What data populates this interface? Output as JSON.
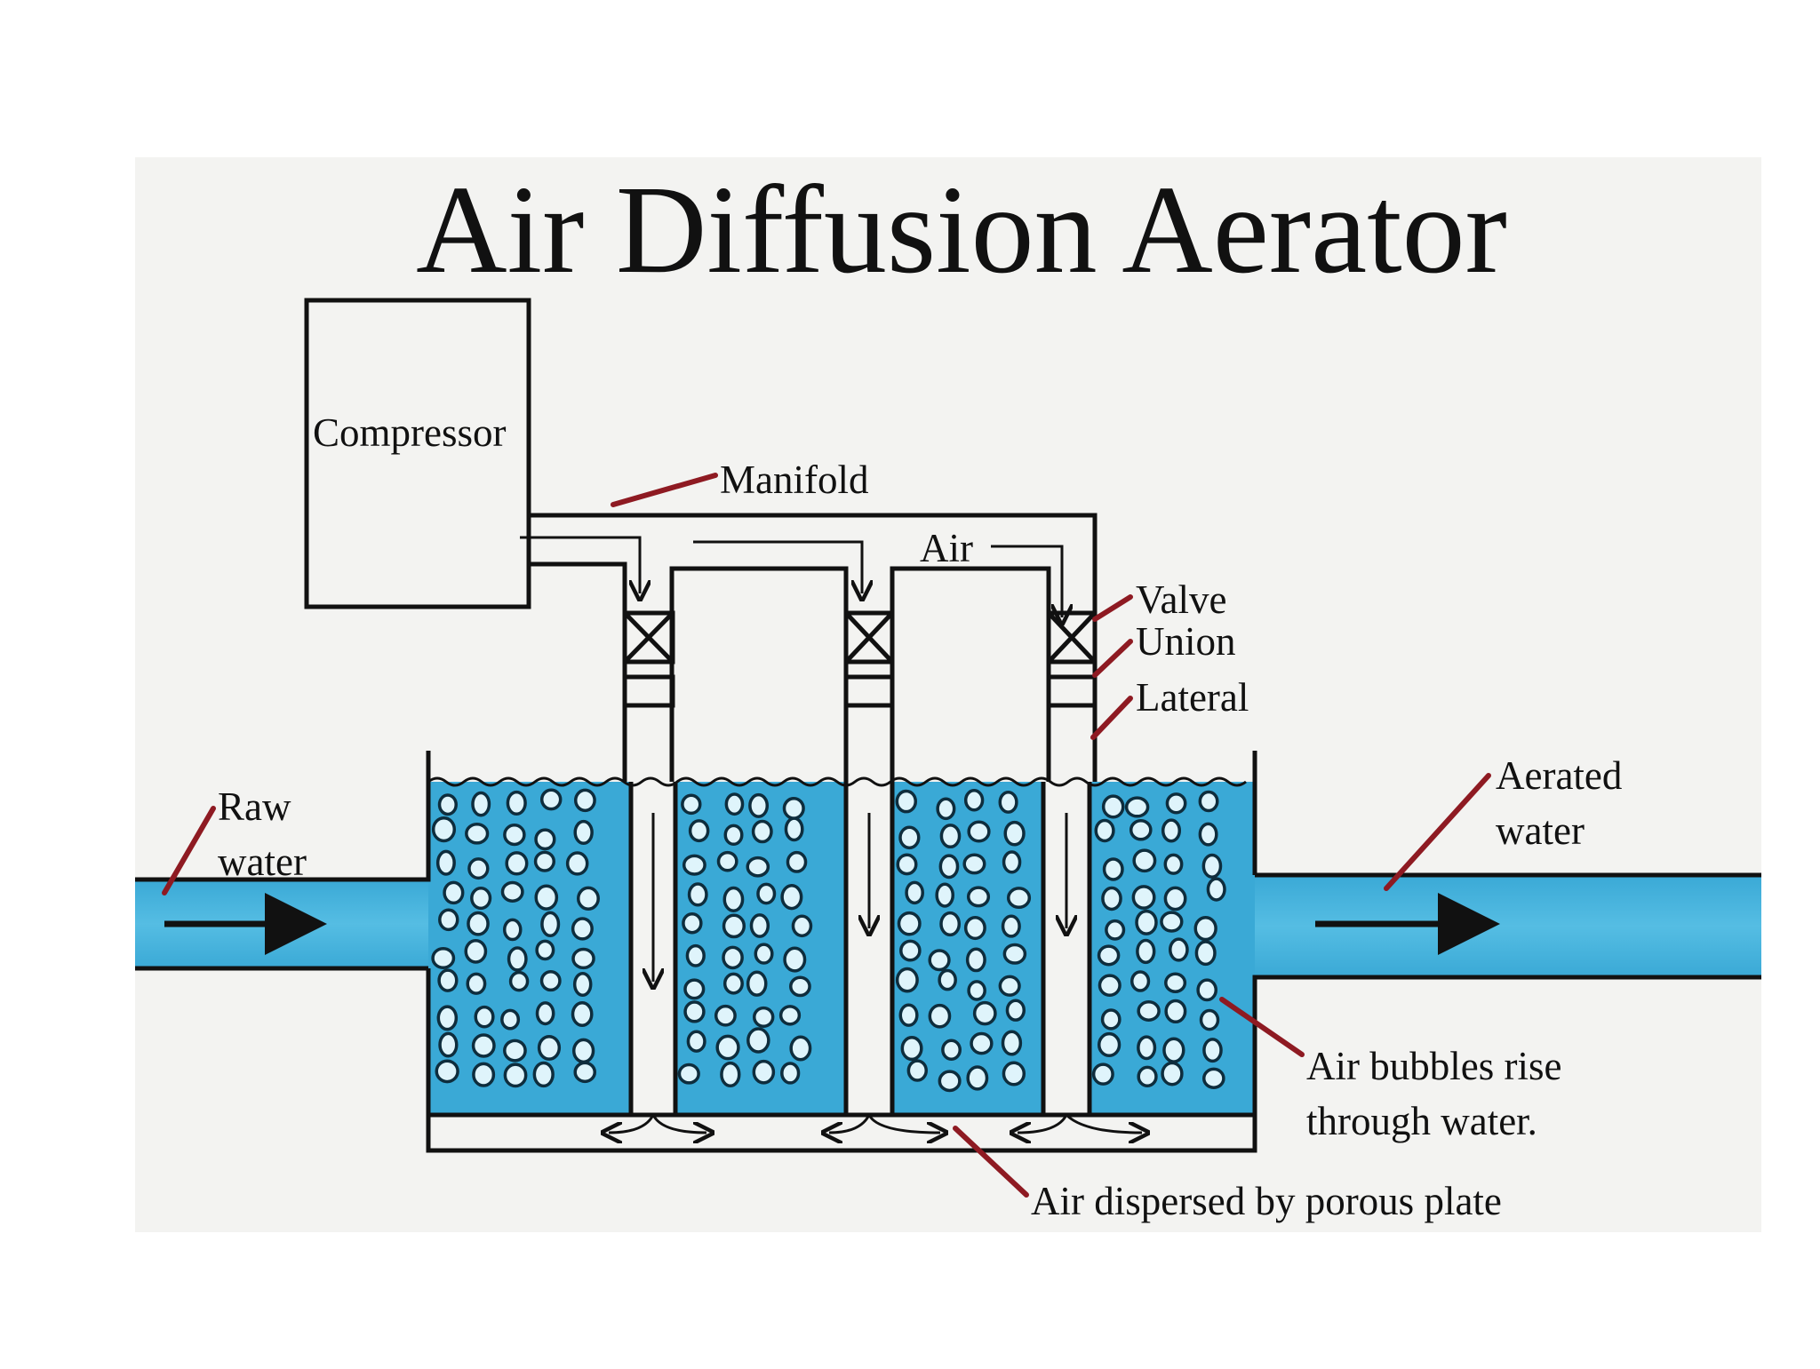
{
  "title": "Air Diffusion Aerator",
  "labels": {
    "compressor": "Compressor",
    "manifold": "Manifold",
    "air": "Air",
    "valve": "Valve",
    "union": "Union",
    "lateral": "Lateral",
    "raw_water_1": "Raw",
    "raw_water_2": "water",
    "aerated_water_1": "Aerated",
    "aerated_water_2": "water",
    "bubbles_1": "Air bubbles rise",
    "bubbles_2": "through water.",
    "porous_plate": "Air dispersed by porous plate"
  },
  "colors": {
    "water": "#3aa9d6",
    "water_light": "#63c3e6",
    "paper": "#f3f3f1",
    "pointer": "#8e1a22",
    "ink": "#111111"
  }
}
